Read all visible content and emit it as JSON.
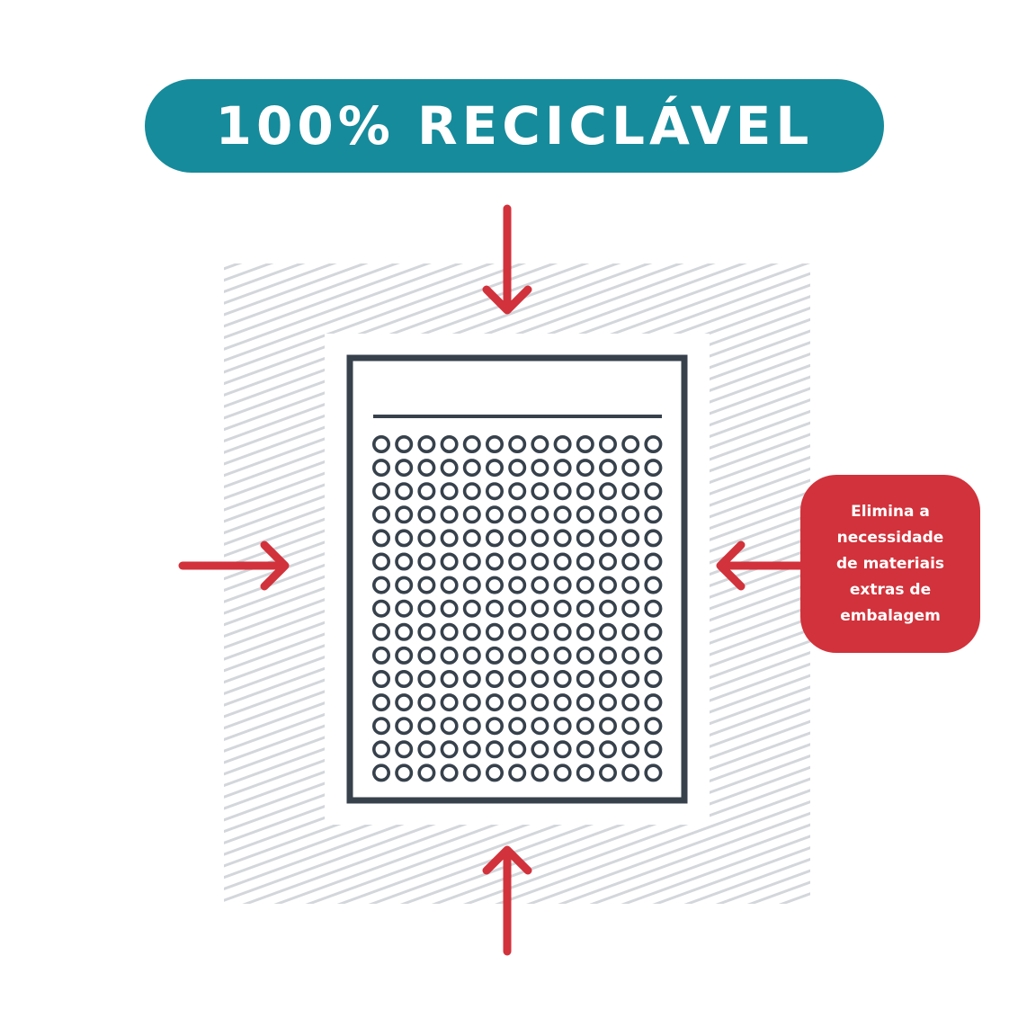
{
  "title": "100% RECICLÁVEL",
  "callout": {
    "lines": [
      "Elimina a",
      "necessidade",
      "de materiais",
      "extras de",
      "embalagem"
    ]
  },
  "colors": {
    "teal": "#168b9b",
    "red": "#d2323b",
    "dark": "#37414c",
    "hatch": "#d3d6da"
  },
  "diagram": {
    "bubble_grid": {
      "columns": 13,
      "rows": 15
    },
    "arrows": [
      "arrow-down-icon",
      "arrow-up-icon",
      "arrow-right-icon",
      "arrow-left-icon"
    ]
  }
}
